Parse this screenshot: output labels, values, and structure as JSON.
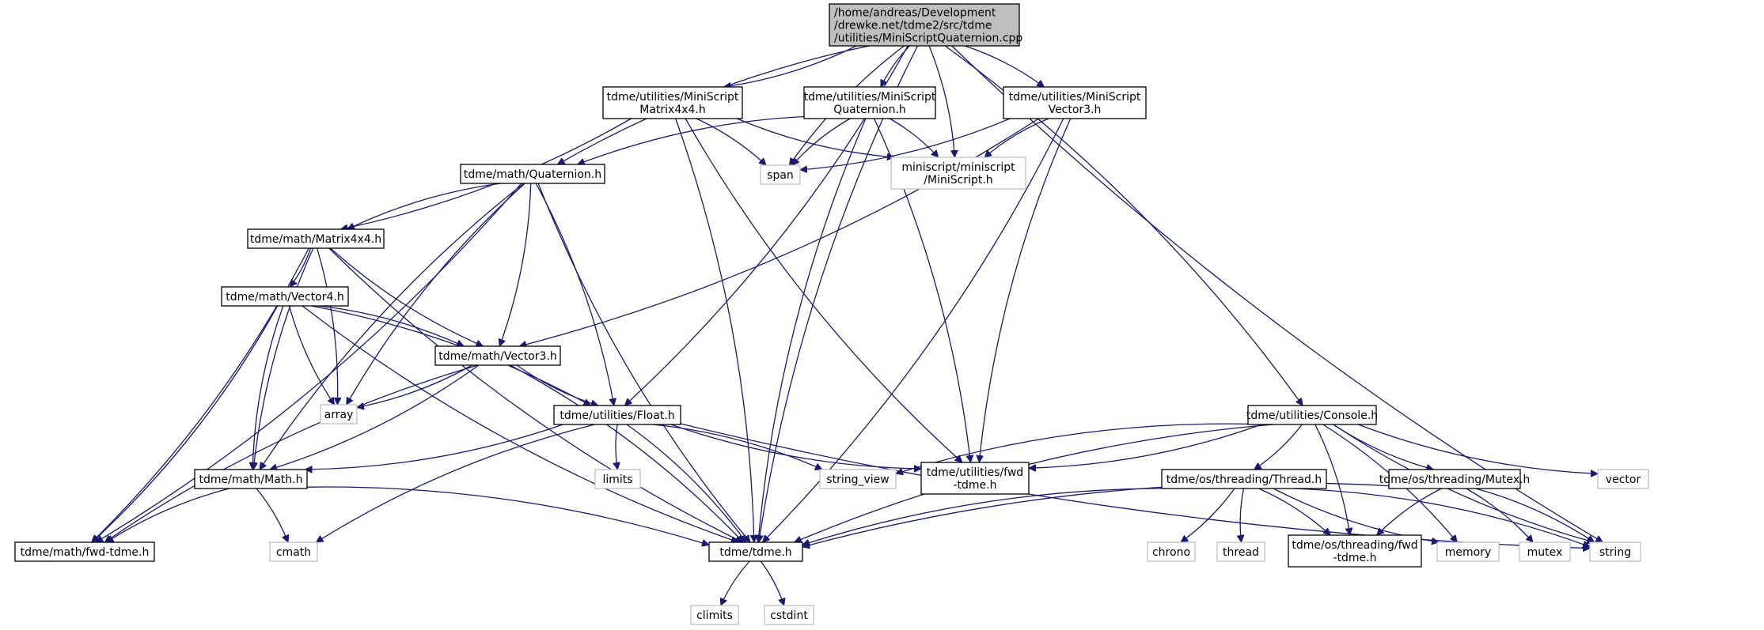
{
  "colors": {
    "edge": "#191970",
    "main_node_fill": "#bfbfbf",
    "external_node_border": "#bfbfbf",
    "node_border": "#000000",
    "background": "#ffffff"
  },
  "nodes": [
    {
      "id": "root",
      "kind": "main",
      "lines": [
        "/home/andreas/Development",
        "/drewke.net/tdme2/src/tdme",
        "/utilities/MiniScriptQuaternion.cpp"
      ]
    },
    {
      "id": "ms_matrix",
      "kind": "internal",
      "lines": [
        "tdme/utilities/MiniScript",
        "Matrix4x4.h"
      ]
    },
    {
      "id": "ms_quat",
      "kind": "internal",
      "lines": [
        "tdme/utilities/MiniScript",
        "Quaternion.h"
      ]
    },
    {
      "id": "ms_vec3",
      "kind": "internal",
      "lines": [
        "tdme/utilities/MiniScript",
        "Vector3.h"
      ]
    },
    {
      "id": "span",
      "kind": "external",
      "lines": [
        "span"
      ]
    },
    {
      "id": "miniscript",
      "kind": "external",
      "lines": [
        "miniscript/miniscript",
        "/MiniScript.h"
      ]
    },
    {
      "id": "quaternion",
      "kind": "internal",
      "lines": [
        "tdme/math/Quaternion.h"
      ]
    },
    {
      "id": "matrix",
      "kind": "internal",
      "lines": [
        "tdme/math/Matrix4x4.h"
      ]
    },
    {
      "id": "vector4",
      "kind": "internal",
      "lines": [
        "tdme/math/Vector4.h"
      ]
    },
    {
      "id": "vector3",
      "kind": "internal",
      "lines": [
        "tdme/math/Vector3.h"
      ]
    },
    {
      "id": "array",
      "kind": "external",
      "lines": [
        "array"
      ]
    },
    {
      "id": "float",
      "kind": "internal",
      "lines": [
        "tdme/utilities/Float.h"
      ]
    },
    {
      "id": "limits",
      "kind": "external",
      "lines": [
        "limits"
      ]
    },
    {
      "id": "string_view",
      "kind": "external",
      "lines": [
        "string_view"
      ]
    },
    {
      "id": "fwd_util",
      "kind": "internal",
      "lines": [
        "tdme/utilities/fwd",
        "-tdme.h"
      ]
    },
    {
      "id": "math",
      "kind": "internal",
      "lines": [
        "tdme/math/Math.h"
      ]
    },
    {
      "id": "cmath",
      "kind": "external",
      "lines": [
        "cmath"
      ]
    },
    {
      "id": "fwd_math",
      "kind": "internal",
      "lines": [
        "tdme/math/fwd-tdme.h"
      ]
    },
    {
      "id": "tdme",
      "kind": "internal",
      "lines": [
        "tdme/tdme.h"
      ]
    },
    {
      "id": "climits",
      "kind": "external",
      "lines": [
        "climits"
      ]
    },
    {
      "id": "cstdint",
      "kind": "external",
      "lines": [
        "cstdint"
      ]
    },
    {
      "id": "console",
      "kind": "internal",
      "lines": [
        "tdme/utilities/Console.h"
      ]
    },
    {
      "id": "thread",
      "kind": "internal",
      "lines": [
        "tdme/os/threading/Thread.h"
      ]
    },
    {
      "id": "mutex_h",
      "kind": "internal",
      "lines": [
        "tdme/os/threading/Mutex.h"
      ]
    },
    {
      "id": "vector",
      "kind": "external",
      "lines": [
        "vector"
      ]
    },
    {
      "id": "chrono",
      "kind": "external",
      "lines": [
        "chrono"
      ]
    },
    {
      "id": "std_thread",
      "kind": "external",
      "lines": [
        "thread"
      ]
    },
    {
      "id": "fwd_threading",
      "kind": "internal",
      "lines": [
        "tdme/os/threading/fwd",
        "-tdme.h"
      ]
    },
    {
      "id": "memory",
      "kind": "external",
      "lines": [
        "memory"
      ]
    },
    {
      "id": "mutex",
      "kind": "external",
      "lines": [
        "mutex"
      ]
    },
    {
      "id": "string",
      "kind": "external",
      "lines": [
        "string"
      ]
    }
  ],
  "edges": [
    [
      "root",
      "ms_matrix"
    ],
    [
      "root",
      "ms_quat"
    ],
    [
      "root",
      "ms_vec3"
    ],
    [
      "root",
      "span"
    ],
    [
      "root",
      "miniscript"
    ],
    [
      "root",
      "quaternion"
    ],
    [
      "root",
      "float"
    ],
    [
      "root",
      "tdme"
    ],
    [
      "root",
      "console"
    ],
    [
      "root",
      "string"
    ],
    [
      "ms_matrix",
      "span"
    ],
    [
      "ms_matrix",
      "miniscript"
    ],
    [
      "ms_matrix",
      "matrix"
    ],
    [
      "ms_matrix",
      "fwd_util"
    ],
    [
      "ms_matrix",
      "tdme"
    ],
    [
      "ms_quat",
      "span"
    ],
    [
      "ms_quat",
      "miniscript"
    ],
    [
      "ms_quat",
      "quaternion"
    ],
    [
      "ms_quat",
      "fwd_util"
    ],
    [
      "ms_quat",
      "tdme"
    ],
    [
      "ms_vec3",
      "span"
    ],
    [
      "ms_vec3",
      "miniscript"
    ],
    [
      "ms_vec3",
      "vector3"
    ],
    [
      "ms_vec3",
      "fwd_util"
    ],
    [
      "ms_vec3",
      "tdme"
    ],
    [
      "quaternion",
      "matrix"
    ],
    [
      "quaternion",
      "vector3"
    ],
    [
      "quaternion",
      "array"
    ],
    [
      "quaternion",
      "float"
    ],
    [
      "quaternion",
      "math"
    ],
    [
      "quaternion",
      "fwd_math"
    ],
    [
      "quaternion",
      "tdme"
    ],
    [
      "matrix",
      "vector4"
    ],
    [
      "matrix",
      "vector3"
    ],
    [
      "matrix",
      "array"
    ],
    [
      "matrix",
      "math"
    ],
    [
      "matrix",
      "fwd_math"
    ],
    [
      "matrix",
      "tdme"
    ],
    [
      "vector4",
      "vector3"
    ],
    [
      "vector4",
      "array"
    ],
    [
      "vector4",
      "float"
    ],
    [
      "vector4",
      "math"
    ],
    [
      "vector4",
      "fwd_math"
    ],
    [
      "vector4",
      "tdme"
    ],
    [
      "vector3",
      "array"
    ],
    [
      "vector3",
      "float"
    ],
    [
      "vector3",
      "math"
    ],
    [
      "vector3",
      "fwd_math"
    ],
    [
      "vector3",
      "tdme"
    ],
    [
      "float",
      "limits"
    ],
    [
      "float",
      "string_view"
    ],
    [
      "float",
      "fwd_util"
    ],
    [
      "float",
      "math"
    ],
    [
      "float",
      "cmath"
    ],
    [
      "float",
      "tdme"
    ],
    [
      "float",
      "string"
    ],
    [
      "math",
      "cmath"
    ],
    [
      "math",
      "fwd_math"
    ],
    [
      "math",
      "tdme"
    ],
    [
      "tdme",
      "climits"
    ],
    [
      "tdme",
      "cstdint"
    ],
    [
      "console",
      "string_view"
    ],
    [
      "console",
      "fwd_util"
    ],
    [
      "console",
      "tdme"
    ],
    [
      "console",
      "thread"
    ],
    [
      "console",
      "mutex_h"
    ],
    [
      "console",
      "fwd_threading"
    ],
    [
      "console",
      "vector"
    ],
    [
      "console",
      "memory"
    ],
    [
      "console",
      "string"
    ],
    [
      "thread",
      "chrono"
    ],
    [
      "thread",
      "std_thread"
    ],
    [
      "thread",
      "fwd_threading"
    ],
    [
      "thread",
      "memory"
    ],
    [
      "thread",
      "string"
    ],
    [
      "thread",
      "tdme"
    ],
    [
      "mutex_h",
      "mutex"
    ],
    [
      "mutex_h",
      "fwd_threading"
    ],
    [
      "mutex_h",
      "string"
    ],
    [
      "mutex_h",
      "tdme"
    ]
  ]
}
